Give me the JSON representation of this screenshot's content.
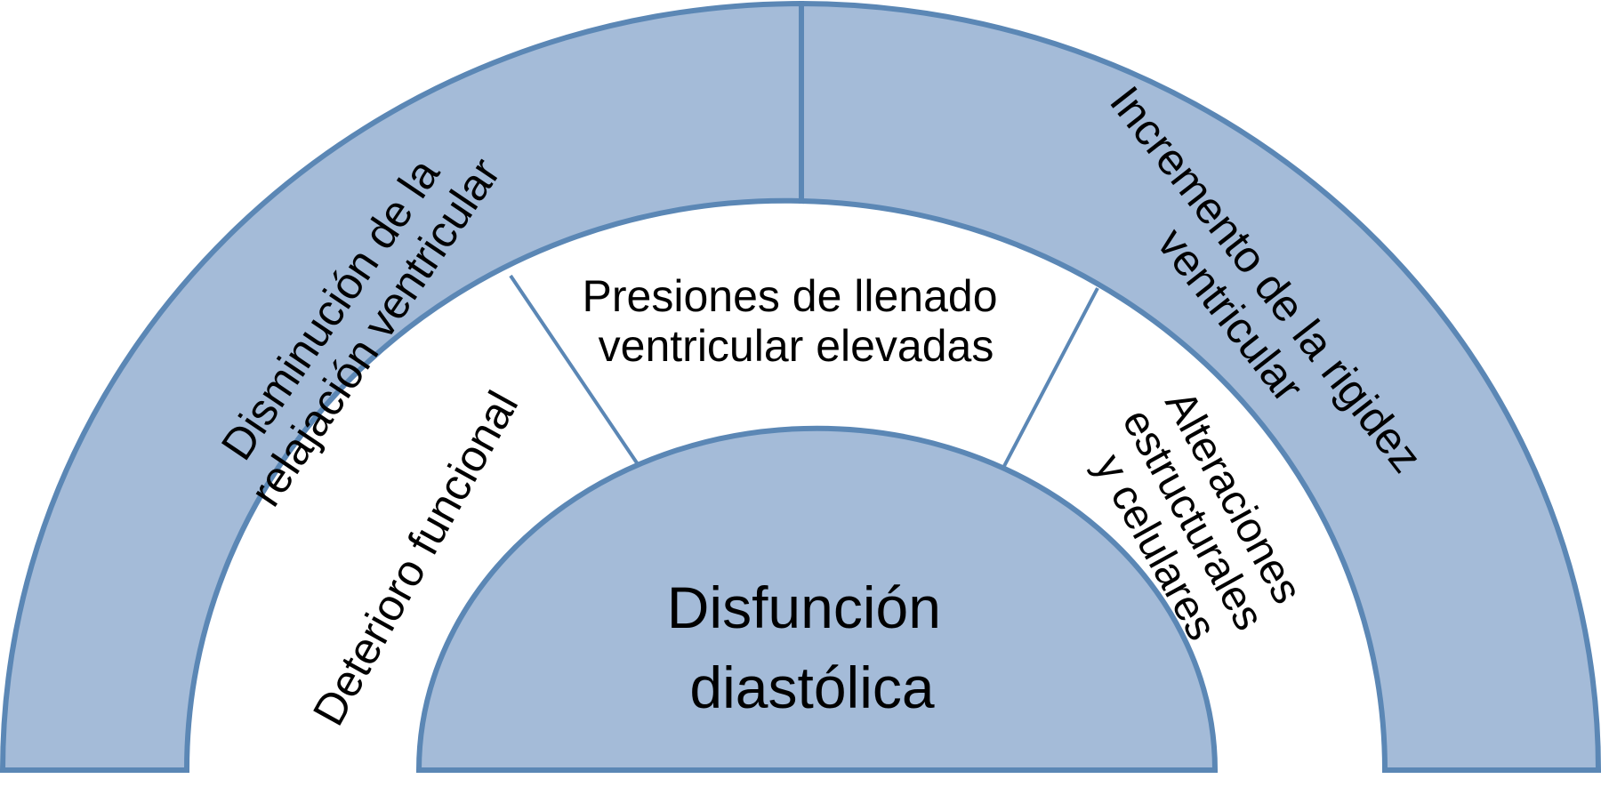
{
  "colors": {
    "fill": "#a4bbd8",
    "stroke": "#5b87b5",
    "background": "#ffffff"
  },
  "outer": {
    "left": [
      "Disminución de la",
      "relajación ventricular"
    ],
    "right": [
      "Incremento de la rigidez",
      "ventricular"
    ]
  },
  "middle": {
    "top": [
      "Presiones de llenado",
      "ventricular elevadas"
    ],
    "left": [
      "Deterioro funcional"
    ],
    "right": [
      "Alteraciones",
      "estructurales",
      "y celulares"
    ]
  },
  "center": [
    "Disfunción",
    "diastólica"
  ]
}
